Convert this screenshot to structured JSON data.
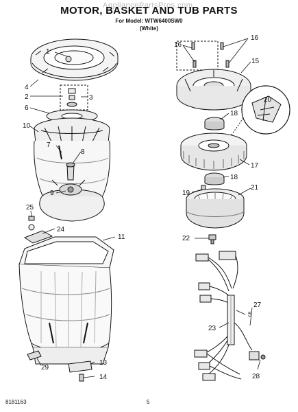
{
  "header": {
    "title": "MOTOR, BASKET AND TUB PARTS",
    "model_line": "For Model: WTW6400SW0",
    "color_line": "(White)"
  },
  "watermark": "AppliancePartsPros.com",
  "footer": {
    "doc_number": "8181163",
    "page_number": "5"
  },
  "callouts": {
    "c1": "1",
    "c2": "2",
    "c3": "3",
    "c4": "4",
    "c5": "5",
    "c6": "6",
    "c7": "7",
    "c8": "8",
    "c9": "9",
    "c10": "10",
    "c11": "11",
    "c13": "13",
    "c14": "14",
    "c15": "15",
    "c16a": "16",
    "c16b": "16",
    "c17": "17",
    "c18a": "18",
    "c18b": "18",
    "c19": "19",
    "c20": "20",
    "c21": "21",
    "c22": "22",
    "c23": "23",
    "c24": "24",
    "c25": "25",
    "c27": "27",
    "c28": "28",
    "c29": "29"
  }
}
